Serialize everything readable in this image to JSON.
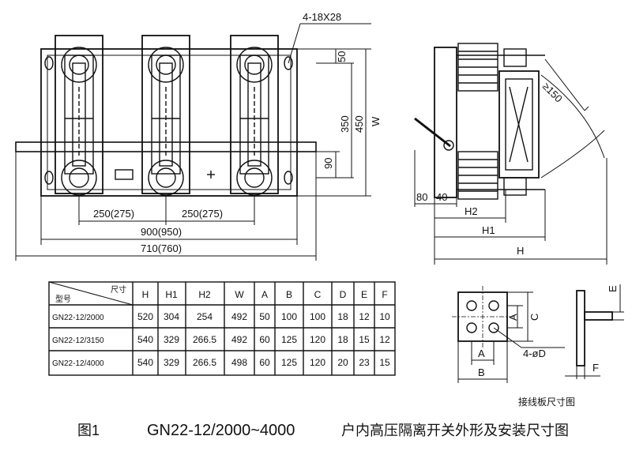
{
  "front_view": {
    "hole_note": "4-18X28",
    "dim_50": "50",
    "dim_350": "350",
    "dim_450": "450",
    "dim_w": "W",
    "dim_90": "90",
    "dim_pitch1": "250(275)",
    "dim_pitch2": "250(275)",
    "dim_900": "900(950)",
    "dim_710": "710(760)"
  },
  "side_view": {
    "dim_angle": "≥150",
    "dim_80": "80",
    "dim_40": "40",
    "dim_h2": "H2",
    "dim_h1": "H1",
    "dim_h": "H"
  },
  "table": {
    "corner_top": "尺寸",
    "corner_bottom": "型号",
    "headers": [
      "H",
      "H1",
      "H2",
      "W",
      "A",
      "B",
      "C",
      "D",
      "E",
      "F"
    ],
    "rows": [
      {
        "model": "GN22-12/2000",
        "values": [
          "520",
          "304",
          "254",
          "492",
          "50",
          "100",
          "100",
          "18",
          "12",
          "10"
        ]
      },
      {
        "model": "GN22-12/3150",
        "values": [
          "540",
          "329",
          "266.5",
          "492",
          "60",
          "125",
          "120",
          "18",
          "15",
          "12"
        ]
      },
      {
        "model": "GN22-12/4000",
        "values": [
          "540",
          "329",
          "266.5",
          "498",
          "60",
          "125",
          "120",
          "20",
          "23",
          "15"
        ]
      }
    ]
  },
  "plate": {
    "label_a_right": "A",
    "label_c": "C",
    "label_a_bottom": "A",
    "label_b": "B",
    "label_holes": "4-øD",
    "label_e": "E",
    "label_f": "F",
    "title": "接线板尺寸图"
  },
  "caption": {
    "fig": "图1",
    "model": "GN22-12/2000~4000",
    "desc": "户内高压隔离开关外形及安装尺寸图"
  }
}
